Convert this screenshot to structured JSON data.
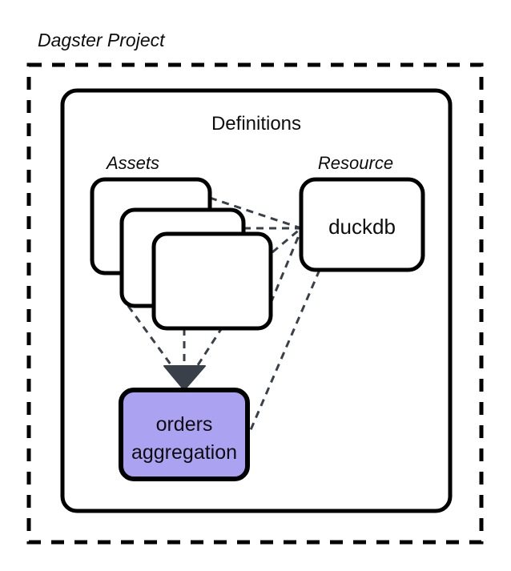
{
  "diagram": {
    "type": "architecture-block-diagram",
    "background": "#ffffff",
    "stroke_color": "#000000",
    "connector_color": "#3a4049",
    "accent_fill": "#aba3f2",
    "outer_container": {
      "label": "Dagster Project",
      "label_style": "italic",
      "border_style": "dashed"
    },
    "inner_container": {
      "label": "Definitions",
      "label_style": "regular",
      "border_style": "solid"
    },
    "groups": [
      {
        "id": "assets",
        "label": "Assets",
        "label_style": "italic",
        "card_count": 3,
        "card_labels": [
          "",
          "",
          ""
        ]
      },
      {
        "id": "resource",
        "label": "Resource",
        "label_style": "italic"
      }
    ],
    "nodes": [
      {
        "id": "duckdb",
        "label": "duckdb",
        "fill": "#ffffff",
        "group": "resource"
      },
      {
        "id": "orders-aggregation",
        "label_line1": "orders",
        "label_line2": "aggregation",
        "fill": "#aba3f2",
        "group": "assets"
      }
    ],
    "connectors": [
      {
        "from": "asset-card-1",
        "to": "duckdb",
        "style": "dashed",
        "arrow": false
      },
      {
        "from": "asset-card-2",
        "to": "duckdb",
        "style": "dashed",
        "arrow": false
      },
      {
        "from": "asset-card-3",
        "to": "duckdb",
        "style": "dashed",
        "arrow": false
      },
      {
        "from": "asset-card-1",
        "to": "orders-aggregation",
        "style": "dashed",
        "arrow": true
      },
      {
        "from": "asset-card-2",
        "to": "orders-aggregation",
        "style": "dashed",
        "arrow": true
      },
      {
        "from": "asset-card-3",
        "to": "orders-aggregation",
        "style": "dashed",
        "arrow": true
      },
      {
        "from": "duckdb",
        "to": "orders-aggregation",
        "style": "dashed",
        "arrow": false
      }
    ]
  }
}
